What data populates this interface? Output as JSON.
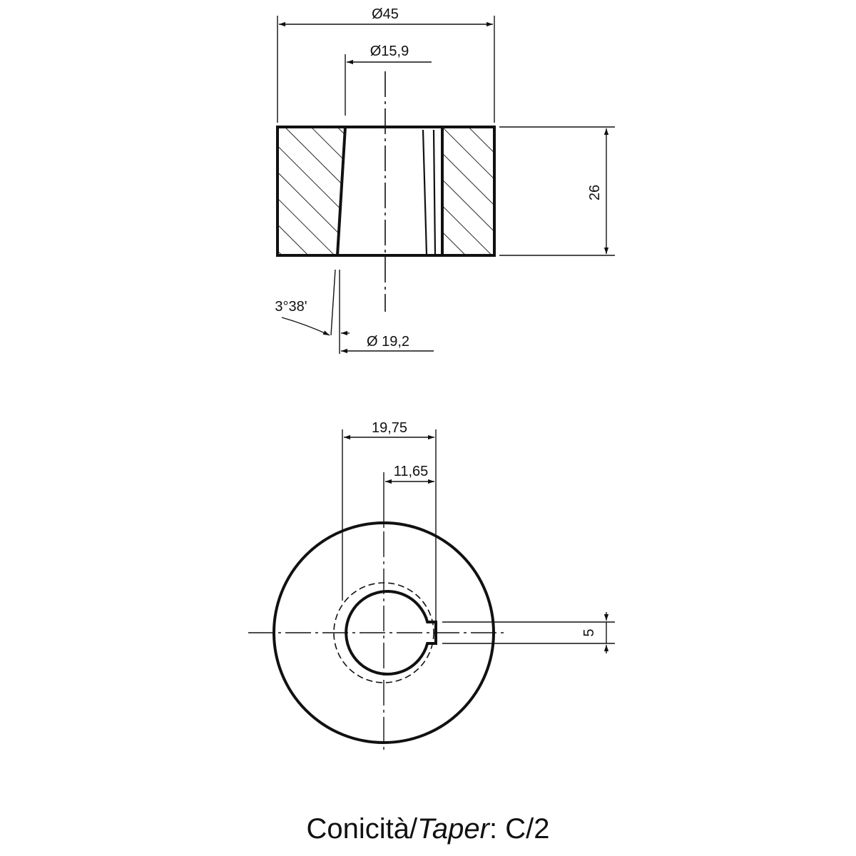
{
  "dimensions": {
    "outer_diameter": "Ø45",
    "bore_small_diameter": "Ø15,9",
    "height": "26",
    "taper_angle": "3°38'",
    "bore_large_diameter": "Ø 19,2",
    "keyway_depth_total": "19,75",
    "keyway_from_center": "11,65",
    "keyway_width": "5"
  },
  "caption": {
    "label_it": "Conicità/",
    "label_en": "Taper",
    "separator": ":",
    "value": "C/2"
  },
  "colors": {
    "line": "#111111",
    "background": "#ffffff"
  }
}
